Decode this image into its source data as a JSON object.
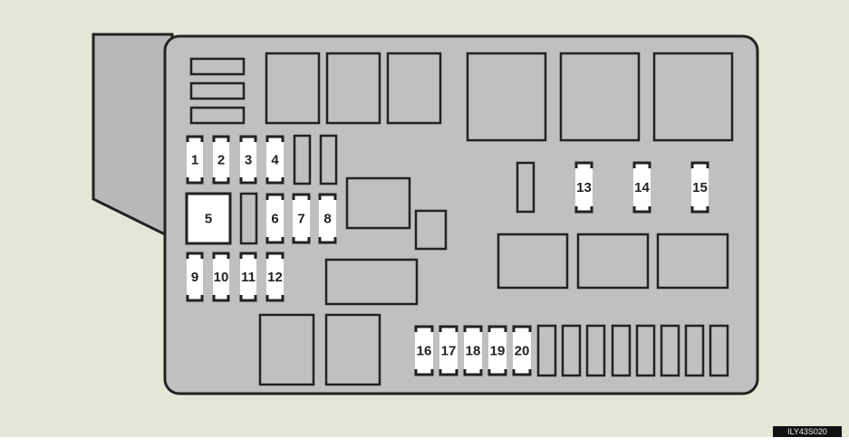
{
  "diagram": {
    "title": "Engine compartment fuse box",
    "fuses": [
      "1",
      "2",
      "3",
      "4",
      "5",
      "6",
      "7",
      "8",
      "9",
      "10",
      "11",
      "12",
      "13",
      "14",
      "15",
      "16",
      "17",
      "18",
      "19",
      "20"
    ],
    "image_code": "ILY43S020",
    "colors": {
      "background": "#e6e6d6",
      "box": "#c0c0c0",
      "outline": "#222222",
      "fuse": "#ffffff"
    }
  }
}
